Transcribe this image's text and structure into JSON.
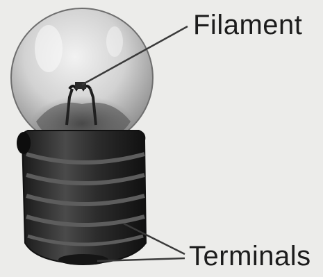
{
  "diagram": {
    "labels": {
      "filament": "Filament",
      "terminals": "Terminals"
    },
    "components": {
      "bulb": "glass-bulb",
      "filament": "filament-coil",
      "base": "screw-base"
    },
    "colors": {
      "background": "#ececea",
      "text": "#1c1c1c",
      "glass": "#cfcfcf",
      "base_dark": "#2a2a2a",
      "leader_line": "#3a3a3a"
    }
  }
}
